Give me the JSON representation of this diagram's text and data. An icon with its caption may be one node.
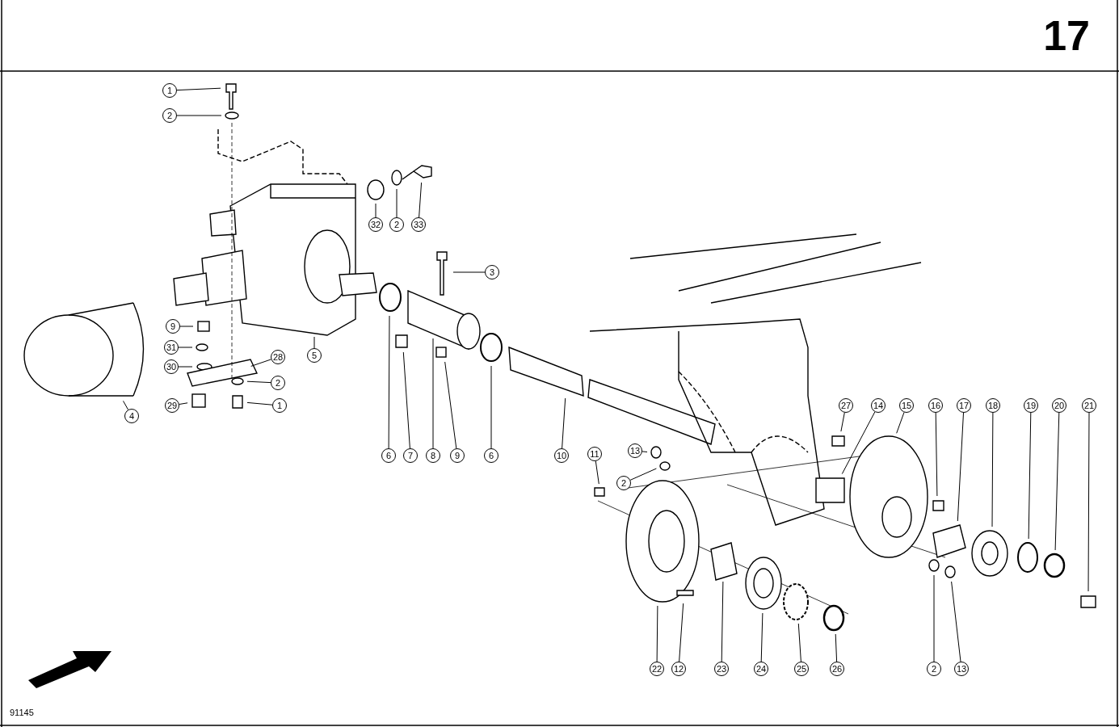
{
  "diagram": {
    "nodes": [
      {
        "text": [
          "1"
        ]
      },
      {
        "text": [
          "2"
        ]
      },
      {
        "text": [
          "32"
        ]
      },
      {
        "text": [
          "2"
        ]
      },
      {
        "text": [
          "33"
        ]
      },
      {
        "text": [
          "3"
        ]
      },
      {
        "text": [
          "9"
        ]
      },
      {
        "text": [
          "31"
        ]
      },
      {
        "text": [
          "30"
        ]
      },
      {
        "text": [
          "28"
        ]
      },
      {
        "text": [
          "2"
        ]
      },
      {
        "text": [
          "4"
        ]
      },
      {
        "text": [
          "29"
        ]
      },
      {
        "text": [
          "1"
        ]
      },
      {
        "text": [
          "5"
        ]
      },
      {
        "text": [
          "6"
        ]
      },
      {
        "text": [
          "7"
        ]
      },
      {
        "text": [
          "8"
        ]
      },
      {
        "text": [
          "9"
        ]
      },
      {
        "text": [
          "6"
        ]
      },
      {
        "text": [
          "10"
        ]
      },
      {
        "text": [
          "11"
        ]
      },
      {
        "text": [
          "13"
        ]
      },
      {
        "text": [
          "2"
        ]
      },
      {
        "text": [
          "27"
        ]
      },
      {
        "text": [
          "14"
        ]
      },
      {
        "text": [
          "15"
        ]
      },
      {
        "text": [
          "16"
        ]
      },
      {
        "text": [
          "17"
        ]
      },
      {
        "text": [
          "18"
        ]
      },
      {
        "text": [
          "19"
        ]
      },
      {
        "text": [
          "20"
        ]
      },
      {
        "text": [
          "21"
        ]
      },
      {
        "text": [
          "22"
        ]
      },
      {
        "text": [
          "12"
        ]
      },
      {
        "text": [
          "23"
        ]
      },
      {
        "text": [
          "24"
        ]
      },
      {
        "text": [
          "25"
        ]
      },
      {
        "text": [
          "26"
        ]
      },
      {
        "text": [
          "2"
        ]
      },
      {
        "text": [
          "13"
        ]
      }
    ],
    "edges": [
      {
        "from": 0,
        "to": null,
        "arrow": "none"
      },
      {
        "from": 1,
        "to": null,
        "arrow": "none"
      },
      {
        "from": 2,
        "to": null,
        "arrow": "none"
      },
      {
        "from": 3,
        "to": null,
        "arrow": "none"
      },
      {
        "from": 4,
        "to": null,
        "arrow": "none"
      },
      {
        "from": 5,
        "to": null,
        "arrow": "none"
      },
      {
        "from": 6,
        "to": null,
        "arrow": "none"
      },
      {
        "from": 7,
        "to": null,
        "arrow": "none"
      },
      {
        "from": 8,
        "to": null,
        "arrow": "none"
      },
      {
        "from": 9,
        "to": null,
        "arrow": "none"
      },
      {
        "from": 10,
        "to": null,
        "arrow": "none"
      },
      {
        "from": 11,
        "to": null,
        "arrow": "none"
      },
      {
        "from": 12,
        "to": null,
        "arrow": "none"
      },
      {
        "from": 13,
        "to": null,
        "arrow": "none"
      },
      {
        "from": 14,
        "to": null,
        "arrow": "none"
      },
      {
        "from": 15,
        "to": null,
        "arrow": "none"
      },
      {
        "from": 16,
        "to": null,
        "arrow": "none"
      },
      {
        "from": 17,
        "to": null,
        "arrow": "none"
      },
      {
        "from": 18,
        "to": null,
        "arrow": "none"
      },
      {
        "from": 19,
        "to": null,
        "arrow": "none"
      },
      {
        "from": 20,
        "to": null,
        "arrow": "none"
      },
      {
        "from": 21,
        "to": null,
        "arrow": "none"
      },
      {
        "from": 22,
        "to": null,
        "arrow": "none"
      },
      {
        "from": 23,
        "to": null,
        "arrow": "none"
      },
      {
        "from": 24,
        "to": null,
        "arrow": "none"
      },
      {
        "from": 25,
        "to": null,
        "arrow": "none"
      },
      {
        "from": 26,
        "to": null,
        "arrow": "none"
      },
      {
        "from": 27,
        "to": null,
        "arrow": "none"
      },
      {
        "from": 28,
        "to": null,
        "arrow": "none"
      },
      {
        "from": 29,
        "to": null,
        "arrow": "none"
      },
      {
        "from": 30,
        "to": null,
        "arrow": "none"
      },
      {
        "from": 31,
        "to": null,
        "arrow": "none"
      },
      {
        "from": 32,
        "to": null,
        "arrow": "none"
      },
      {
        "from": 33,
        "to": null,
        "arrow": "none"
      },
      {
        "from": 34,
        "to": null,
        "arrow": "none"
      },
      {
        "from": 35,
        "to": null,
        "arrow": "none"
      },
      {
        "from": 36,
        "to": null,
        "arrow": "none"
      },
      {
        "from": 37,
        "to": null,
        "arrow": "none"
      },
      {
        "from": 38,
        "to": null,
        "arrow": "none"
      },
      {
        "from": 39,
        "to": null,
        "arrow": "none"
      },
      {
        "from": 40,
        "to": null,
        "arrow": "none"
      }
    ],
    "labels": [
      "17",
      "91145"
    ]
  }
}
